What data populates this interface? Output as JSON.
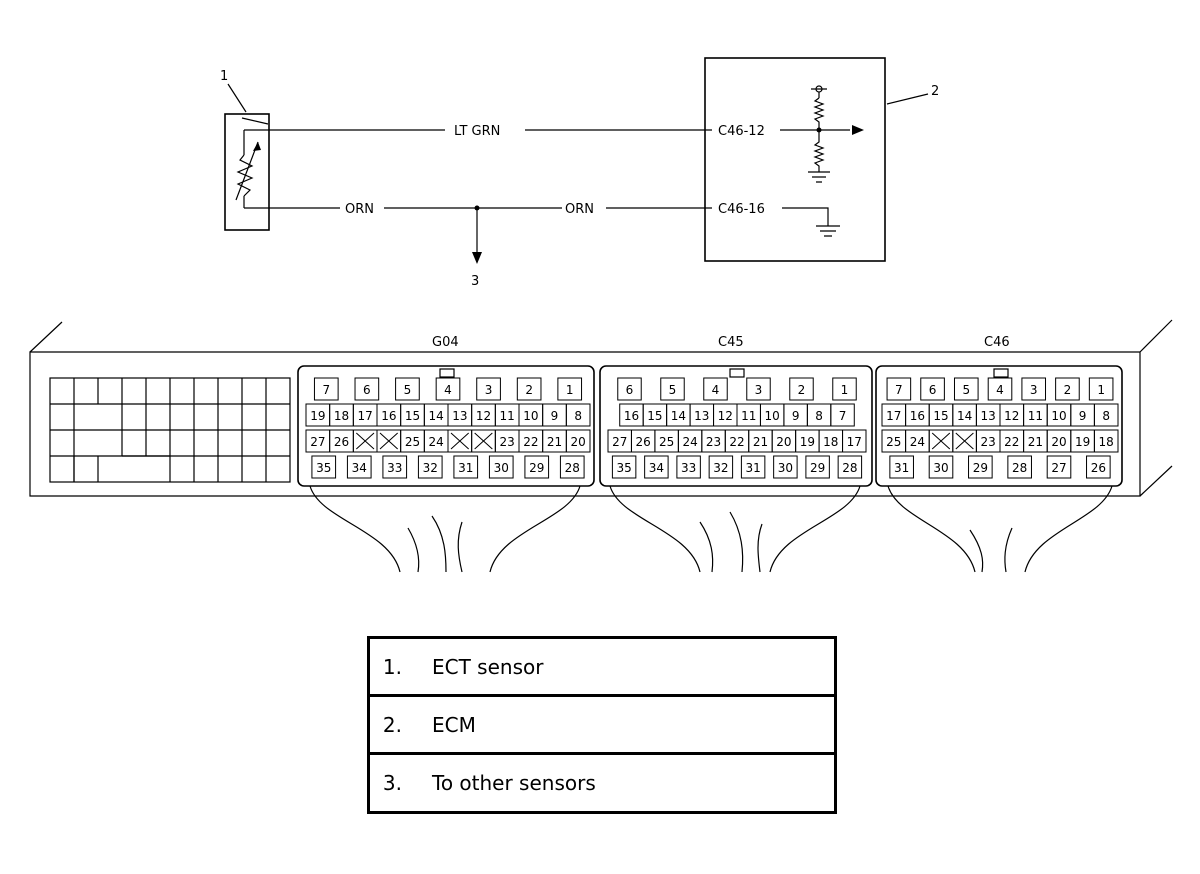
{
  "wiring": {
    "callout_sensor": "1",
    "callout_ecm": "2",
    "callout_other": "3",
    "wire_signal": "LT GRN",
    "wire_ground_left": "ORN",
    "wire_ground_right": "ORN",
    "pin_signal": "C46-12",
    "pin_ground": "C46-16"
  },
  "connectors": [
    {
      "name": "G04",
      "rows": [
        [
          "7",
          "6",
          "5",
          "4",
          "3",
          "2",
          "1"
        ],
        [
          "19",
          "18",
          "17",
          "16",
          "15",
          "14",
          "13",
          "12",
          "11",
          "10",
          "9",
          "8"
        ],
        [
          "27",
          "26",
          "X",
          "X",
          "25",
          "24",
          "X",
          "X",
          "23",
          "22",
          "21",
          "20"
        ],
        [
          "35",
          "34",
          "33",
          "32",
          "31",
          "30",
          "29",
          "28"
        ]
      ]
    },
    {
      "name": "C45",
      "rows": [
        [
          "6",
          "5",
          "4",
          "3",
          "2",
          "1"
        ],
        [
          "16",
          "15",
          "14",
          "13",
          "12",
          "11",
          "10",
          "9",
          "8",
          "7"
        ],
        [
          "27",
          "26",
          "25",
          "24",
          "23",
          "22",
          "21",
          "20",
          "19",
          "18",
          "17"
        ],
        [
          "35",
          "34",
          "33",
          "32",
          "31",
          "30",
          "29",
          "28"
        ]
      ]
    },
    {
      "name": "C46",
      "rows": [
        [
          "7",
          "6",
          "5",
          "4",
          "3",
          "2",
          "1"
        ],
        [
          "17",
          "16",
          "15",
          "14",
          "13",
          "12",
          "11",
          "10",
          "9",
          "8"
        ],
        [
          "25",
          "24",
          "X",
          "X",
          "23",
          "22",
          "21",
          "20",
          "19",
          "18"
        ],
        [
          "31",
          "30",
          "29",
          "28",
          "27",
          "26"
        ]
      ]
    }
  ],
  "legend": [
    {
      "number": "1.",
      "text": "ECT sensor"
    },
    {
      "number": "2.",
      "text": "ECM"
    },
    {
      "number": "3.",
      "text": "To other sensors"
    }
  ]
}
